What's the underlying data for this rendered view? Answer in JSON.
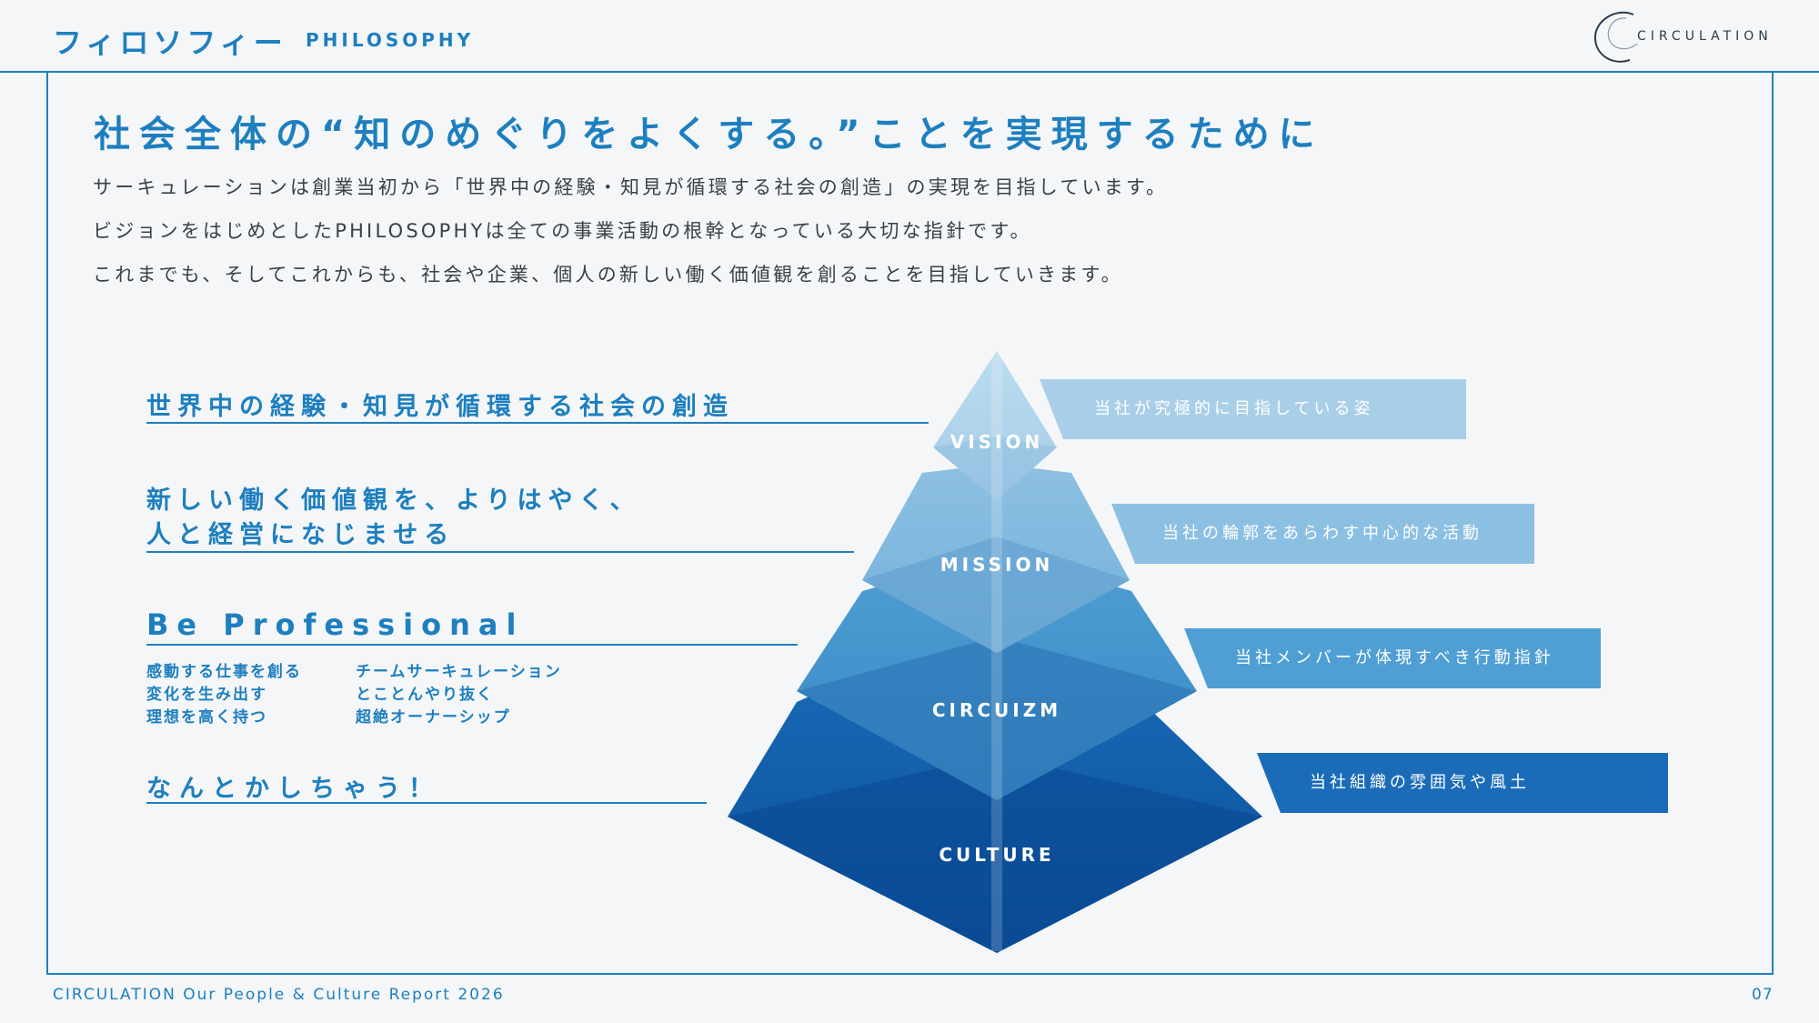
{
  "header": {
    "title": "フィロソフィー",
    "subtitle": "PHILOSOPHY",
    "logo_text": "CIRCULATION"
  },
  "main": {
    "title": "社会全体の“知のめぐりをよくする。”ことを実現するために",
    "intro": [
      "サーキュレーションは創業当初から「世界中の経験・知見が循環する社会の創造」の実現を目指しています。",
      "ビジョンをはじめとしたPHILOSOPHYは全ての事業活動の根幹となっている大切な指針です。",
      "これまでも、そしてこれからも、社会や企業、個人の新しい働く価値観を創ることを目指していきます。"
    ]
  },
  "values": {
    "vision": "世界中の経験・知見が循環する社会の創造",
    "mission_line1": "新しい働く価値観を、よりはやく、",
    "mission_line2": "人と経営になじませる",
    "circuizm": "Be Professional",
    "circuizm_items": [
      "感動する仕事を創る",
      "変化を生み出す",
      "理想を高く持つ",
      "チームサーキュレーション",
      "とことんやり抜く",
      "超絶オーナーシップ"
    ],
    "culture": "なんとかしちゃう！"
  },
  "pyramid": {
    "levels": [
      "VISION",
      "MISSION",
      "CIRCUIZM",
      "CULTURE"
    ],
    "colors": [
      "#a9d0e8",
      "#8cc0e2",
      "#4f9fd4",
      "#1a6cb8"
    ]
  },
  "tags": [
    "当社が究極的に目指している姿",
    "当社の輪郭をあらわす中心的な活動",
    "当社メンバーが体現すべき行動指針",
    "当社組織の雰囲気や風土"
  ],
  "footer": {
    "report": "CIRCULATION Our People & Culture Report 2026",
    "page": "07"
  }
}
